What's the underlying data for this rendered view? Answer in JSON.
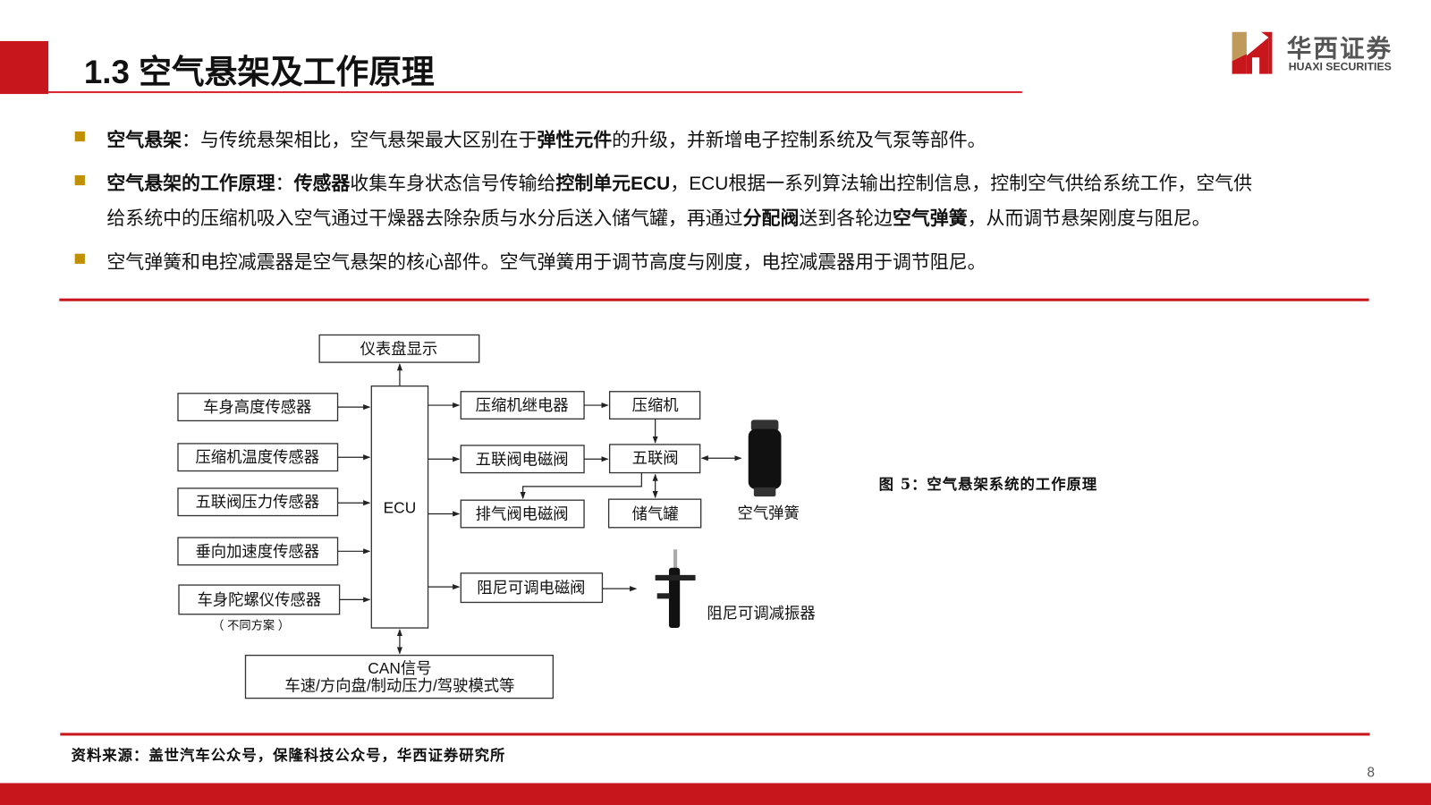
{
  "header": {
    "title": "1.3 空气悬架及工作原理",
    "logo_cn": "华西证券",
    "logo_en": "HUAXI SECURITIES",
    "brand_color": "#c8161d",
    "bullet_color": "#c09000"
  },
  "bullets": [
    {
      "lines": [
        [
          {
            "text": "空气悬架",
            "bold": true
          },
          {
            "text": "：与传统悬架相比，空气悬架最大区别在于",
            "bold": false
          },
          {
            "text": "弹性元件",
            "bold": true
          },
          {
            "text": "的升级，并新增电子控制系统及气泵等部件。",
            "bold": false
          }
        ]
      ]
    },
    {
      "lines": [
        [
          {
            "text": "空气悬架的工作原理",
            "bold": true
          },
          {
            "text": "：",
            "bold": false
          },
          {
            "text": "传感器",
            "bold": true
          },
          {
            "text": "收集车身状态信号传输给",
            "bold": false
          },
          {
            "text": "控制单元ECU",
            "bold": true
          },
          {
            "text": "，ECU根据一系列算法输出控制信息，控制空气供给系统工作，空气供",
            "bold": false
          }
        ],
        [
          {
            "text": "给系统中的压缩机吸入空气通过干燥器去除杂质与水分后送入储气罐，再通过",
            "bold": false
          },
          {
            "text": "分配阀",
            "bold": true
          },
          {
            "text": "送到各轮边",
            "bold": false
          },
          {
            "text": "空气弹簧",
            "bold": true
          },
          {
            "text": "，从而调节悬架刚度与阻尼。",
            "bold": false
          }
        ]
      ]
    },
    {
      "lines": [
        [
          {
            "text": "空气弹簧和电控减震器是空气悬架的核心部件。空气弹簧用于调节高度与刚度，电控减震器用于调节阻尼。",
            "bold": false
          }
        ]
      ]
    }
  ],
  "diagram": {
    "dashboard": "仪表盘显示",
    "ecu": "ECU",
    "sensors": [
      "车身高度传感器",
      "压缩机温度传感器",
      "五联阀压力传感器",
      "垂向加速度传感器",
      "车身陀螺仪传感器"
    ],
    "sensor_note": "（ 不同方案 ）",
    "compressor_relay": "压缩机继电器",
    "compressor": "压缩机",
    "five_valve_solenoid": "五联阀电磁阀",
    "five_valve": "五联阀",
    "exhaust_solenoid": "排气阀电磁阀",
    "air_tank": "储气罐",
    "air_spring": "空气弹簧",
    "damping_solenoid": "阻尼可调电磁阀",
    "damper": "阻尼可调减振器",
    "can_line1": "CAN信号",
    "can_line2": "车速/方向盘/制动压力/驾驶模式等"
  },
  "caption": "图 5：空气悬架系统的工作原理",
  "source": "资料来源：盖世汽车公众号，保隆科技公众号，华西证券研究所",
  "page_number": "8"
}
